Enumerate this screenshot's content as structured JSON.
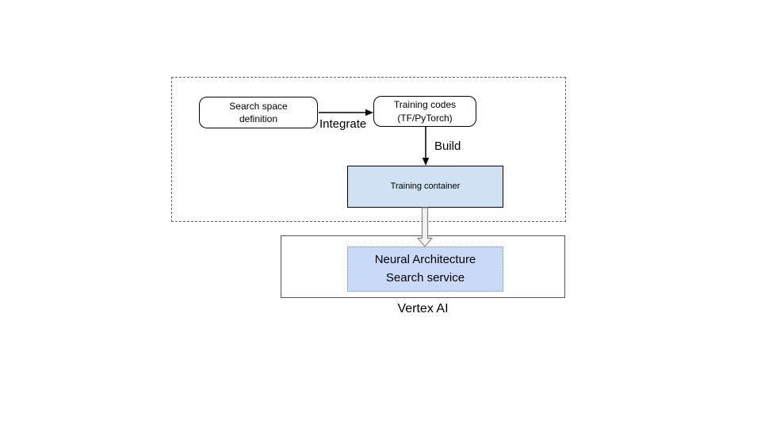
{
  "nodes": {
    "search_space_definition": {
      "label": "Search space\ndefinition"
    },
    "training_codes": {
      "label": "Training codes\n(TF/PyTorch)"
    },
    "training_container": {
      "label": "Training container"
    },
    "nas_service": {
      "label": "Neural Architecture\nSearch service"
    },
    "vertex_ai": {
      "label": "Vertex AI"
    }
  },
  "edges": {
    "integrate": {
      "label": "Integrate"
    },
    "build": {
      "label": "Build"
    }
  },
  "colors": {
    "training_container_fill": "#cfe2f3",
    "nas_service_fill": "#c9daf8",
    "box_border": "#000000",
    "dashed_container_border": "#666666",
    "vertex_box_border": "#555555",
    "black_arrow": "#000000",
    "hollow_arrow_stroke": "#888888",
    "hollow_arrow_fill": "#f2f2f2"
  }
}
